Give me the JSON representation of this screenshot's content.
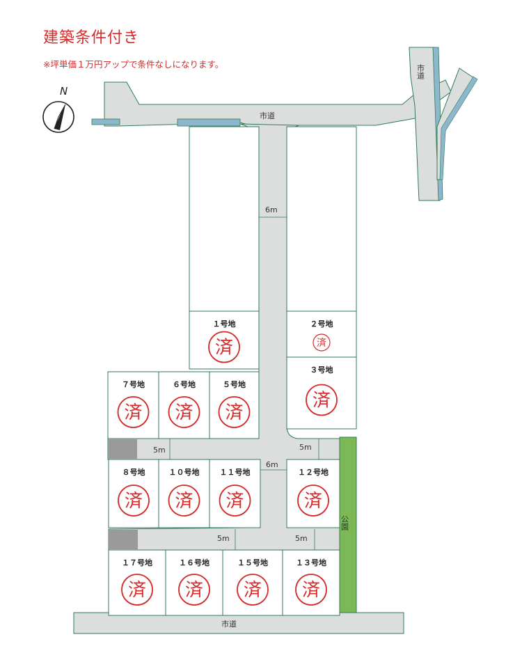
{
  "header": {
    "title": "建築条件付き",
    "note": "※坪単価１万円アップで条件なしになります。"
  },
  "compass": {
    "label": "N"
  },
  "roads": {
    "north": "市道",
    "east_vertical": "市道",
    "south": "市道",
    "main_width": "6m",
    "cross_width": "6m",
    "lane_upper_left": "5m",
    "lane_upper_right": "5m",
    "lane_lower_left": "5m",
    "lane_lower_right": "5m"
  },
  "park": {
    "label": "公園",
    "color": "#7cb956"
  },
  "sold_mark": "済",
  "lots": [
    {
      "id": "1",
      "label": "１号地",
      "sold": true
    },
    {
      "id": "2",
      "label": "２号地",
      "sold": true
    },
    {
      "id": "3",
      "label": "３号地",
      "sold": true
    },
    {
      "id": "5",
      "label": "５号地",
      "sold": true
    },
    {
      "id": "6",
      "label": "６号地",
      "sold": true
    },
    {
      "id": "7",
      "label": "７号地",
      "sold": true
    },
    {
      "id": "8",
      "label": "８号地",
      "sold": true
    },
    {
      "id": "10",
      "label": "１０号地",
      "sold": true
    },
    {
      "id": "11",
      "label": "１１号地",
      "sold": true
    },
    {
      "id": "12",
      "label": "１２号地",
      "sold": true
    },
    {
      "id": "13",
      "label": "１３号地",
      "sold": true
    },
    {
      "id": "15",
      "label": "１５号地",
      "sold": true
    },
    {
      "id": "16",
      "label": "１６号地",
      "sold": true
    },
    {
      "id": "17",
      "label": "１７号地",
      "sold": true
    }
  ],
  "colors": {
    "road": "#dcdedd",
    "line": "#2f7a57",
    "water": "#8db7cc",
    "sold": "#d42a2a",
    "gray_block": "#9a9a9a"
  }
}
